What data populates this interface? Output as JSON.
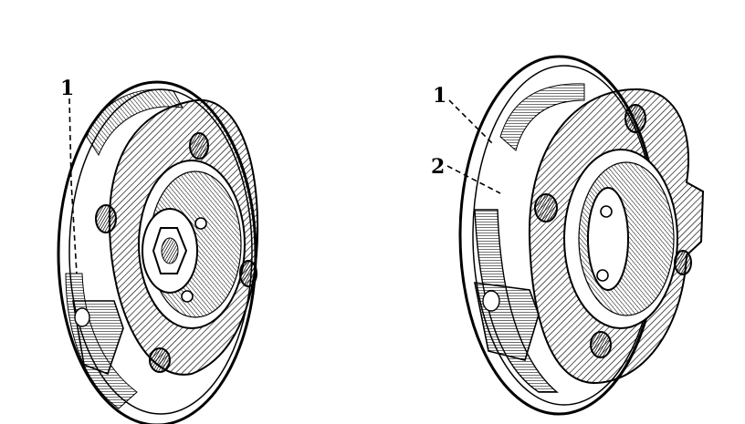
{
  "figures": [
    {
      "callouts": [
        {
          "label": "1"
        }
      ]
    },
    {
      "callouts": [
        {
          "label": "1"
        },
        {
          "label": "2"
        }
      ]
    }
  ],
  "colors": {
    "ink": "#000000",
    "paper": "#ffffff"
  }
}
